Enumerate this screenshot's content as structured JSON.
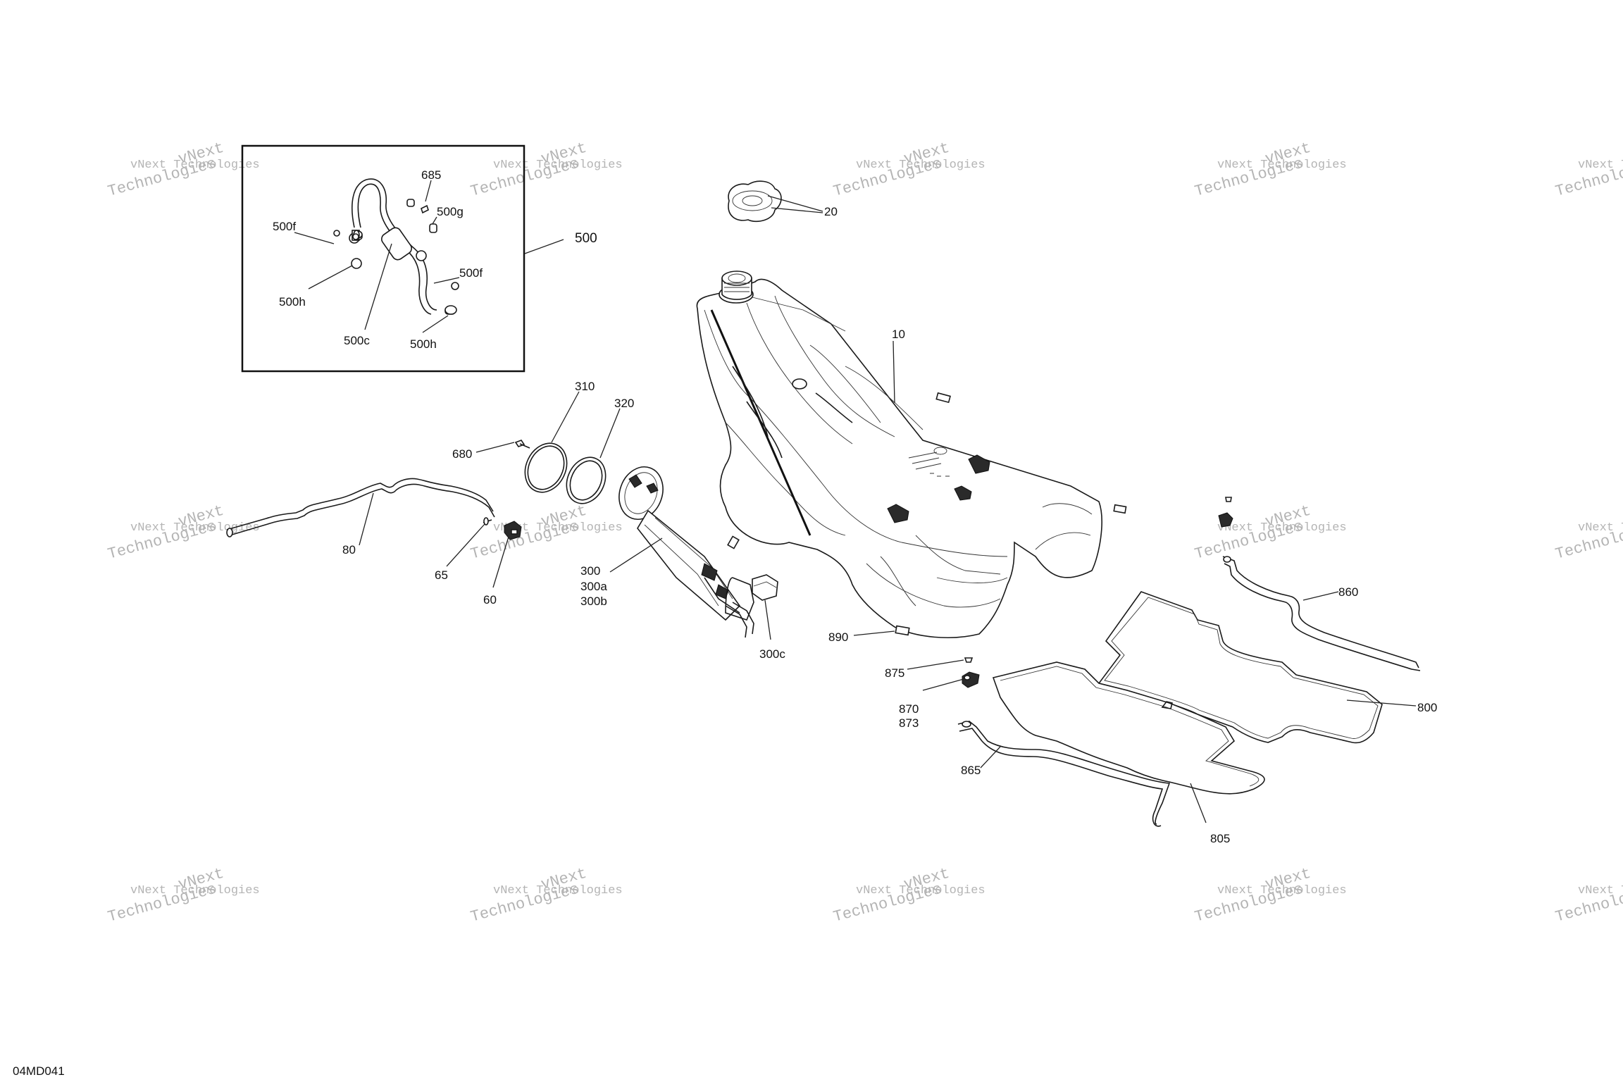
{
  "diagram_id": "04MD041",
  "watermark": {
    "line1": "vNext Technologies",
    "line2": "Technologies",
    "line3": "vNext"
  },
  "callouts": {
    "c500": "500",
    "c685": "685",
    "c500f_a": "500f",
    "c500g": "500g",
    "c500f_b": "500f",
    "c500h_a": "500h",
    "c500c": "500c",
    "c500h_b": "500h",
    "c20": "20",
    "c10": "10",
    "c310": "310",
    "c320": "320",
    "c680": "680",
    "c80": "80",
    "c65": "65",
    "c60": "60",
    "c300": "300",
    "c300a": "300a",
    "c300b": "300b",
    "c300c": "300c",
    "c890": "890",
    "c875": "875",
    "c870": "870",
    "c873": "873",
    "c865": "865",
    "c860": "860",
    "c800": "800",
    "c805": "805"
  },
  "colors": {
    "line": "#1a1a1a",
    "watermark": "#b4b4b4",
    "background": "#ffffff"
  }
}
